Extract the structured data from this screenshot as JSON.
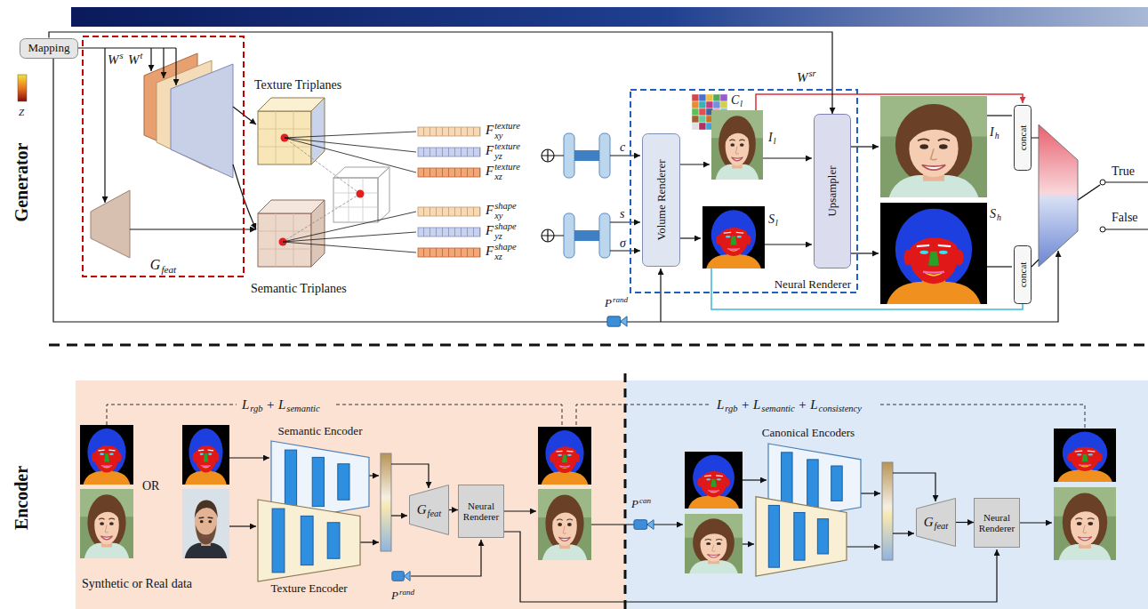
{
  "diagram": {
    "nodes": [
      {
        "text": [
          "Mapping"
        ]
      },
      {
        "text": [
          "G",
          "feat"
        ]
      },
      {
        "text": [
          "Neural Renderer"
        ]
      },
      {
        "text": [
          "Volume Renderer"
        ],
        "in": 2
      },
      {
        "text": [
          "Upsampler"
        ],
        "in": 2
      },
      {
        "text": [
          "concat"
        ]
      },
      {
        "text": [
          "concat"
        ]
      },
      {
        "text": [
          "Semantic Encoder"
        ]
      },
      {
        "text": [
          "Texture Encoder"
        ]
      },
      {
        "text": [
          "G",
          "feat"
        ]
      },
      {
        "text": [
          "Neural Renderer"
        ]
      },
      {
        "text": [
          "Canonical Encoders"
        ]
      },
      {
        "text": [
          "G",
          "feat"
        ]
      },
      {
        "text": [
          "Neural Renderer"
        ]
      }
    ],
    "edges": [
      {
        "from": 0,
        "to": 4,
        "arrow": "to"
      },
      {
        "from": 9,
        "to": 10,
        "arrow": "to"
      },
      {
        "from": 12,
        "to": 13,
        "arrow": "to"
      }
    ],
    "labels": [
      "Generator",
      "Z",
      "W",
      "s",
      "W",
      "t",
      "Texture Triplanes",
      "Semantic Triplanes",
      "F",
      "xy",
      "texture",
      "F",
      "yz",
      "texture",
      "F",
      "xz",
      "texture",
      "F",
      "xy",
      "shape",
      "F",
      "yz",
      "shape",
      "F",
      "xz",
      "shape",
      "c",
      "s",
      "σ",
      "C",
      "l",
      "I",
      "l",
      "S",
      "l",
      "W",
      "sr",
      "I",
      "h",
      "S",
      "h",
      "P",
      "rand",
      "True",
      "False",
      "Encoder",
      "L",
      "rgb",
      "+",
      "L",
      "semantic",
      "L",
      "rgb",
      "+",
      "L",
      "semantic",
      "+",
      "L",
      "consistency",
      "OR",
      "Synthetic or Real data",
      "P",
      "rand",
      "P",
      "can"
    ]
  }
}
